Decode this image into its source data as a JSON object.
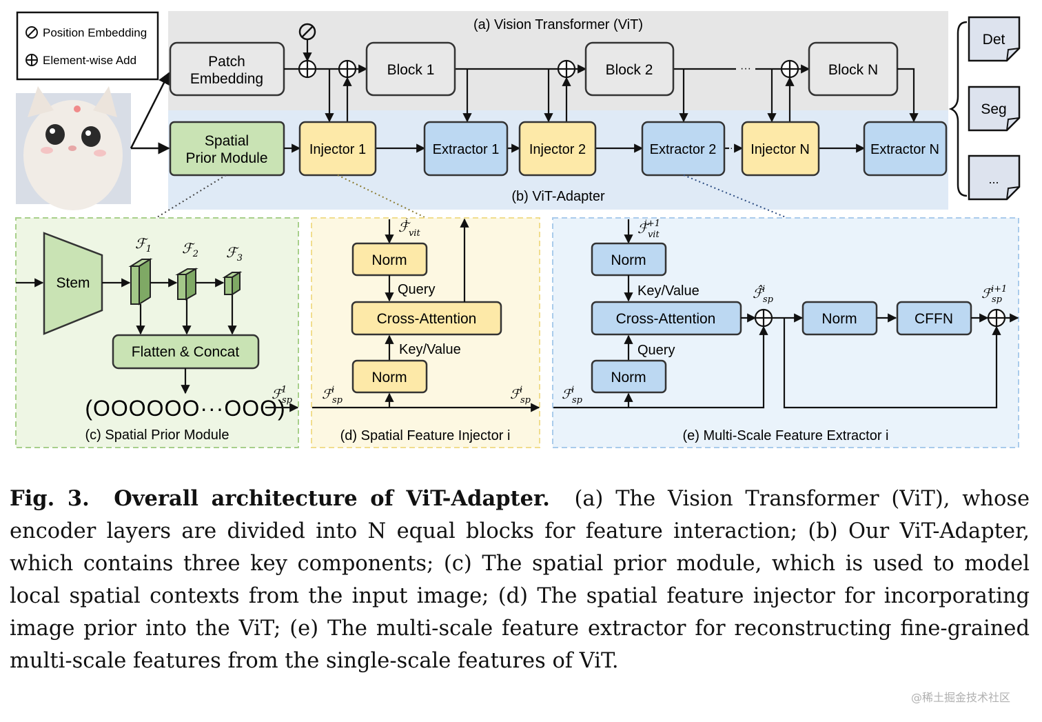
{
  "legend": {
    "position_embedding": "Position Embedding",
    "element_wise_add": "Element-wise Add"
  },
  "vit": {
    "title": "(a) Vision Transformer (ViT)",
    "patch_embedding": [
      "Patch",
      "Embedding"
    ],
    "blocks": [
      "Block 1",
      "Block 2",
      "Block N"
    ],
    "ellipsis": "···"
  },
  "adapter": {
    "title": "(b) ViT-Adapter",
    "spm": [
      "Spatial",
      "Prior Module"
    ],
    "injectors": [
      "Injector 1",
      "Injector 2",
      "Injector N"
    ],
    "extractors": [
      "Extractor 1",
      "Extractor 2",
      "Extractor N"
    ],
    "ellipsis": "···"
  },
  "outputs": [
    "Det",
    "Seg",
    "..."
  ],
  "panel_c": {
    "stem": "Stem",
    "features": [
      "ℱ",
      "ℱ",
      "ℱ"
    ],
    "feature_subs": [
      "1",
      "2",
      "3"
    ],
    "flatten": "Flatten & Concat",
    "tokens": "(ОООООО···ООО)",
    "output_sub": "sp",
    "output_sup": "1",
    "caption": "(c) Spatial Prior Module"
  },
  "panel_d": {
    "input_sub": "vit",
    "input_sup": "i",
    "norm_top": "Norm",
    "query": "Query",
    "cross_attention": "Cross-Attention",
    "keyvalue": "Key/Value",
    "norm_bottom": "Norm",
    "left_sub": "sp",
    "left_sup": "i",
    "right_sub": "sp",
    "right_sup": "i",
    "caption": "(d) Spatial Feature Injector i"
  },
  "panel_e": {
    "input_sub": "vit",
    "input_sup": "i+1",
    "norm_top": "Norm",
    "keyvalue": "Key/Value",
    "cross_attention": "Cross-Attention",
    "query": "Query",
    "norm_bottom": "Norm",
    "input_sp_sub": "sp",
    "input_sp_sup": "i",
    "hat_sub": "sp",
    "hat_sup": "i",
    "norm_mid": "Norm",
    "cffn": "CFFN",
    "out_sub": "sp",
    "out_sup": "i+1",
    "caption": "(e) Multi-Scale Feature Extractor i"
  },
  "caption": {
    "label": "Fig. 3.",
    "title": "Overall architecture of ViT-Adapter.",
    "body": "(a) The Vision Transformer (ViT), whose encoder layers are divided into N equal blocks for feature interaction; (b) Our ViT-Adapter, which contains three key components; (c) The spatial prior module, which is used to model local spatial contexts from the input image; (d) The spatial feature injector for incorporating image prior into the ViT; (e) The multi-scale feature extractor for reconstructing fine-grained multi-scale features from the single-scale features of ViT."
  },
  "watermark": "@稀土掘金技术社区",
  "colors": {
    "vit_bg": "#e6e6e6",
    "adapter_bg": "#dfeaf6",
    "gray_box": "#e8e8e8",
    "green_box": "#c9e3b4",
    "yellow_box": "#fde9a8",
    "blue_box": "#bcd8f2",
    "panel_c_bg": "#eef6e4",
    "panel_d_bg": "#fdf8e2",
    "panel_e_bg": "#eaf3fb"
  }
}
